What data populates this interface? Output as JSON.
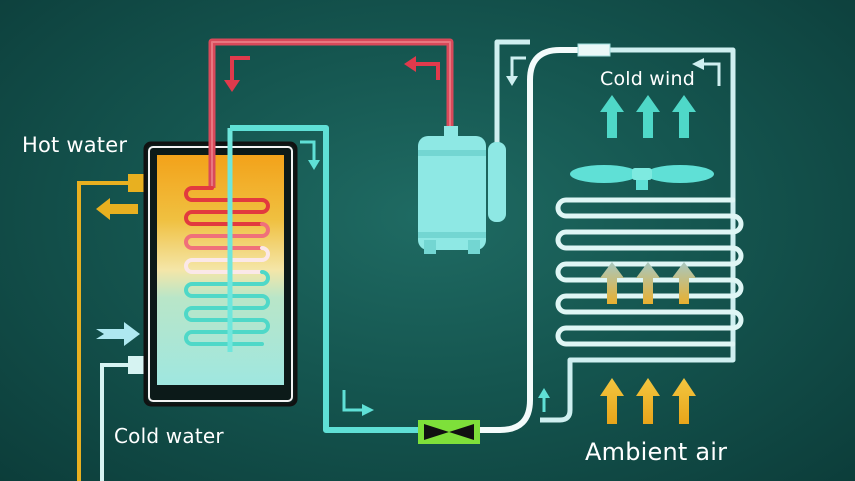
{
  "labels": {
    "hot_water": "Hot water",
    "cold_water": "Cold water",
    "cold_wind": "Cold wind",
    "ambient_air": "Ambient air"
  },
  "colors": {
    "background": "#155650",
    "hot_pipe": "#d8495a",
    "refrigerant_pipe": "#5fe0d6",
    "compressor": "#8ee8e4",
    "water_supply_hot": "#e8b020",
    "water_supply_cold": "#cfeff0",
    "expansion_valve": "#7ee03a",
    "ambient_arrow": "#e6a51c"
  },
  "icons": {
    "compressor": "compressor-icon",
    "fan": "fan-icon",
    "expansion_valve": "expansion-valve-icon"
  }
}
